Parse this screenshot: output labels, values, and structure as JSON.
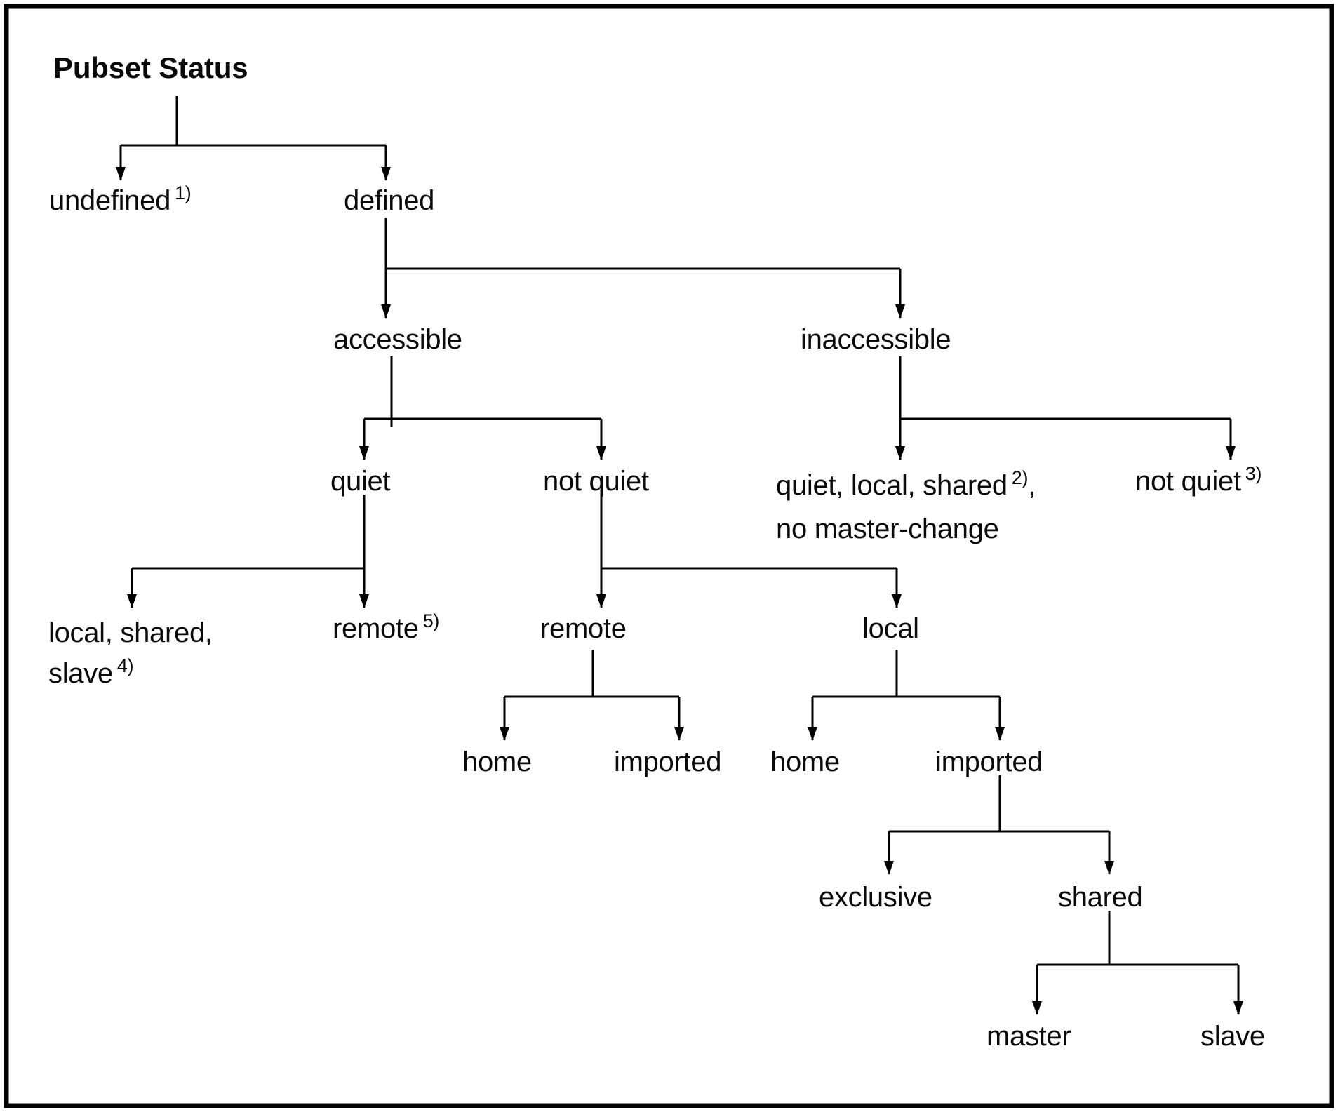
{
  "page": {
    "background": "#ffffff",
    "border_color": "#000000",
    "line_color": "#000000",
    "text_color": "#0a0a0a"
  },
  "diagram": {
    "title": "Pubset Status",
    "nodes": {
      "undefined": {
        "text": "undefined",
        "sup": "1)"
      },
      "defined": {
        "text": "defined"
      },
      "accessible": {
        "text": "accessible"
      },
      "inaccessible": {
        "text": "inaccessible"
      },
      "quiet": {
        "text": "quiet"
      },
      "not_quiet": {
        "text": "not quiet"
      },
      "inaccessible_quiet": {
        "text": "quiet, local, shared",
        "sup": "2)",
        "tail": ",",
        "line2": "no master-change"
      },
      "inaccessible_not_quiet": {
        "text": "not quiet",
        "sup": "3)"
      },
      "local_shared_slave": {
        "text": "local, shared,",
        "line2": "slave",
        "sup2": "4)"
      },
      "remote_quiet": {
        "text": "remote",
        "sup": "5)"
      },
      "remote": {
        "text": "remote"
      },
      "local": {
        "text": "local"
      },
      "home_remote": {
        "text": "home"
      },
      "imported_remote": {
        "text": "imported"
      },
      "home_local": {
        "text": "home"
      },
      "imported_local": {
        "text": "imported"
      },
      "exclusive": {
        "text": "exclusive"
      },
      "shared": {
        "text": "shared"
      },
      "master": {
        "text": "master"
      },
      "slave": {
        "text": "slave"
      }
    }
  }
}
